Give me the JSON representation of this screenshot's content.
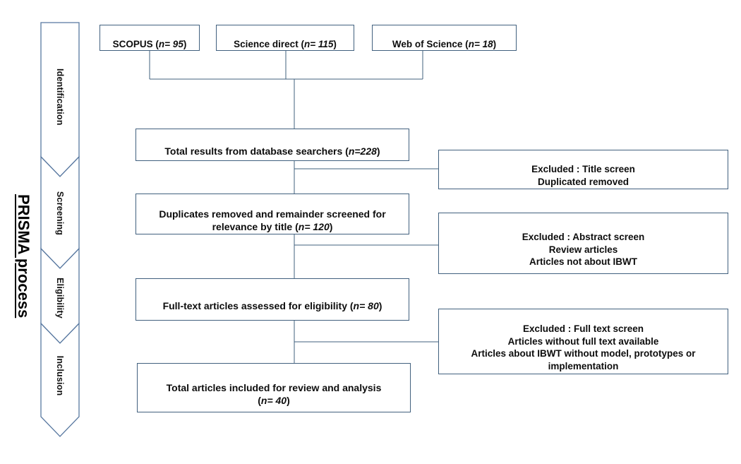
{
  "diagram": {
    "title": "PRISMA process",
    "border_color": "#41607e",
    "text_color": "#0d0d0d",
    "background": "#ffffff"
  },
  "stages": [
    {
      "name": "identification",
      "label": "Identification"
    },
    {
      "name": "screening",
      "label": "Screening"
    },
    {
      "name": "eligibility",
      "label": "Eligibility"
    },
    {
      "name": "inclusion",
      "label": "Inclusion"
    }
  ],
  "sources": [
    {
      "name": "scopus",
      "label": "SCOPUS (",
      "n_prefix": "n",
      "n_value": "= 95",
      "close": ")",
      "count": 95
    },
    {
      "name": "science-direct",
      "label": "Science direct (",
      "n_prefix": "n",
      "n_value": "= 115",
      "close": ")",
      "count": 115
    },
    {
      "name": "web-of-science",
      "label": "Web of Science (",
      "n_prefix": "n",
      "n_value": "= 18",
      "close": ")",
      "count": 18
    }
  ],
  "flow": [
    {
      "name": "total-results",
      "line1": "Total results from database searchers (",
      "n_prefix": "n",
      "n_value": "=228",
      "close": ")",
      "line2": "",
      "count": 228
    },
    {
      "name": "duplicates-removed",
      "line1": "Duplicates removed and remainder screened for",
      "line2": "relevance by title (",
      "n_prefix": "n",
      "n_value": "= 120",
      "close": ")",
      "count": 120
    },
    {
      "name": "full-text-eligibility",
      "line1": "Full-text articles assessed for eligibility (",
      "n_prefix": "n",
      "n_value": "= 80",
      "close": ")",
      "line2": "",
      "count": 80
    },
    {
      "name": "included-for-review",
      "line1": "Total articles included for review and analysis",
      "line2": "(",
      "n_prefix": "n",
      "n_value": "= 40",
      "close": ")",
      "count": 40
    }
  ],
  "exclusions": [
    {
      "name": "excluded-title-screen",
      "lines": [
        "Excluded : Title screen",
        "Duplicated removed"
      ]
    },
    {
      "name": "excluded-abstract-screen",
      "lines": [
        "Excluded : Abstract screen",
        "Review articles",
        "Articles not about IBWT"
      ]
    },
    {
      "name": "excluded-full-text-screen",
      "lines": [
        "Excluded : Full text screen",
        "Articles without full text available",
        "Articles about IBWT without model, prototypes or",
        "implementation"
      ]
    }
  ]
}
